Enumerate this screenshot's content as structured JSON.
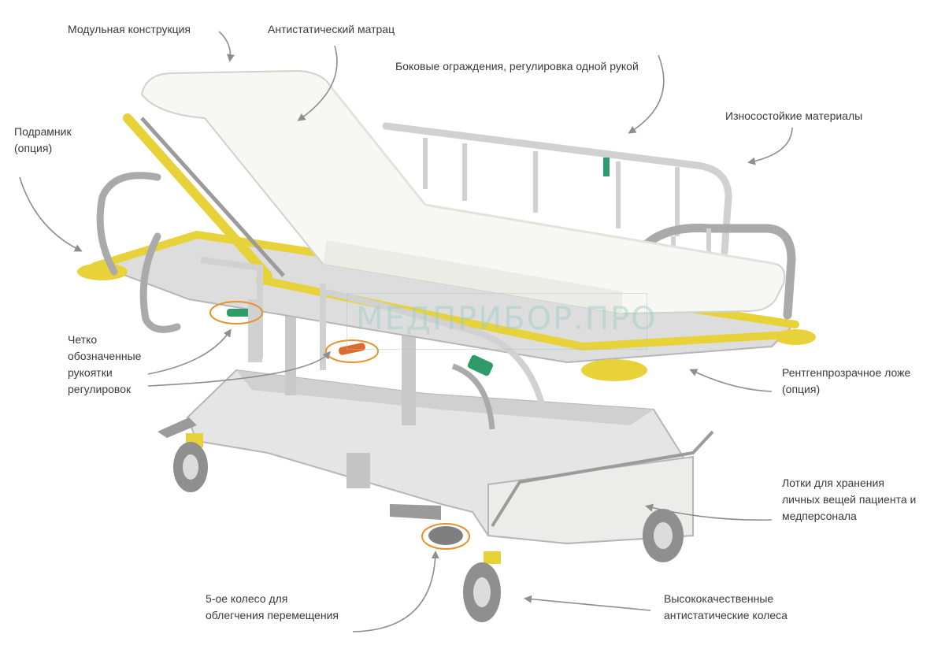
{
  "colors": {
    "frame": "#d6d7d6",
    "frame_dark": "#a9aaa9",
    "accent_yellow": "#e8d23a",
    "handle_green": "#2f9a6a",
    "handle_orange": "#e06a2c",
    "highlight_circle": "#e8912e",
    "arrow": "#8e8e8e",
    "mattress": "#f7f7f3"
  },
  "labels": {
    "modular": "Модульная конструкция",
    "antistatic_mattress": "Антистатический матрац",
    "side_rails": "Боковые ограждения, регулировка одной рукой",
    "durable_materials": "Износостойкие материалы",
    "subframe": "Подрамник\n(опция)",
    "handles": "Четко\nобозначенные\nрукоятки\nрегулировок",
    "xray_bed": "Рентгенпрозрачное ложе\n(опция)",
    "trays": "Лотки для хранения\nличных вещей пациента и\nмедперсонала",
    "fifth_wheel": "5-ое  колесо для\nоблегчения перемещения",
    "wheels": "Высококачественные\nантистатические колеса"
  },
  "watermark": "МЕДПРИБОР.ПРО"
}
